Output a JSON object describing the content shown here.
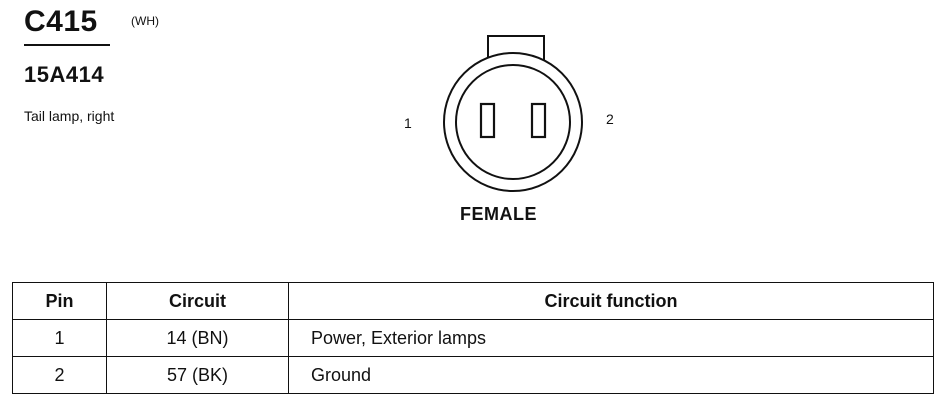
{
  "connector": {
    "id": "C415",
    "color_code": "(WH)",
    "part_number": "15A414",
    "description": "Tail lamp, right",
    "gender": "FEMALE",
    "pin_labels": [
      "1",
      "2"
    ]
  },
  "table": {
    "headers": [
      "Pin",
      "Circuit",
      "Circuit function"
    ],
    "rows": [
      {
        "pin": "1",
        "circuit": "14 (BN)",
        "function": "Power, Exterior lamps"
      },
      {
        "pin": "2",
        "circuit": "57 (BK)",
        "function": "Ground"
      }
    ]
  }
}
